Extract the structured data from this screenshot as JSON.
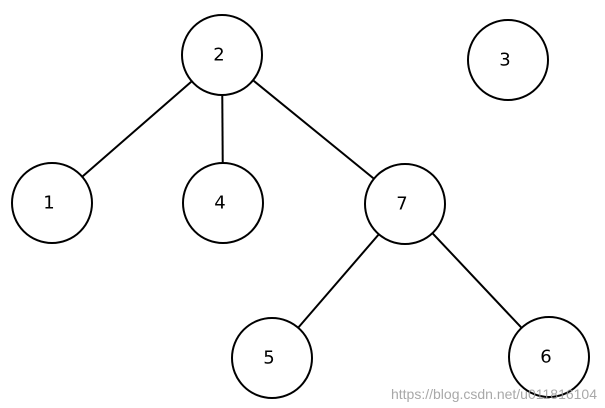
{
  "graph": {
    "nodes": [
      {
        "id": "2",
        "label": "2"
      },
      {
        "id": "3",
        "label": "3"
      },
      {
        "id": "1",
        "label": "1"
      },
      {
        "id": "4",
        "label": "4"
      },
      {
        "id": "7",
        "label": "7"
      },
      {
        "id": "5",
        "label": "5"
      },
      {
        "id": "6",
        "label": "6"
      }
    ],
    "edges": [
      {
        "from": "2",
        "to": "1"
      },
      {
        "from": "2",
        "to": "4"
      },
      {
        "from": "2",
        "to": "7"
      },
      {
        "from": "7",
        "to": "5"
      },
      {
        "from": "7",
        "to": "6"
      }
    ]
  },
  "watermark": {
    "text": "https://blog.csdn.net/u011816104"
  },
  "colors": {
    "stroke": "#000000",
    "fill": "#ffffff",
    "watermark": "#9a9a9a"
  }
}
